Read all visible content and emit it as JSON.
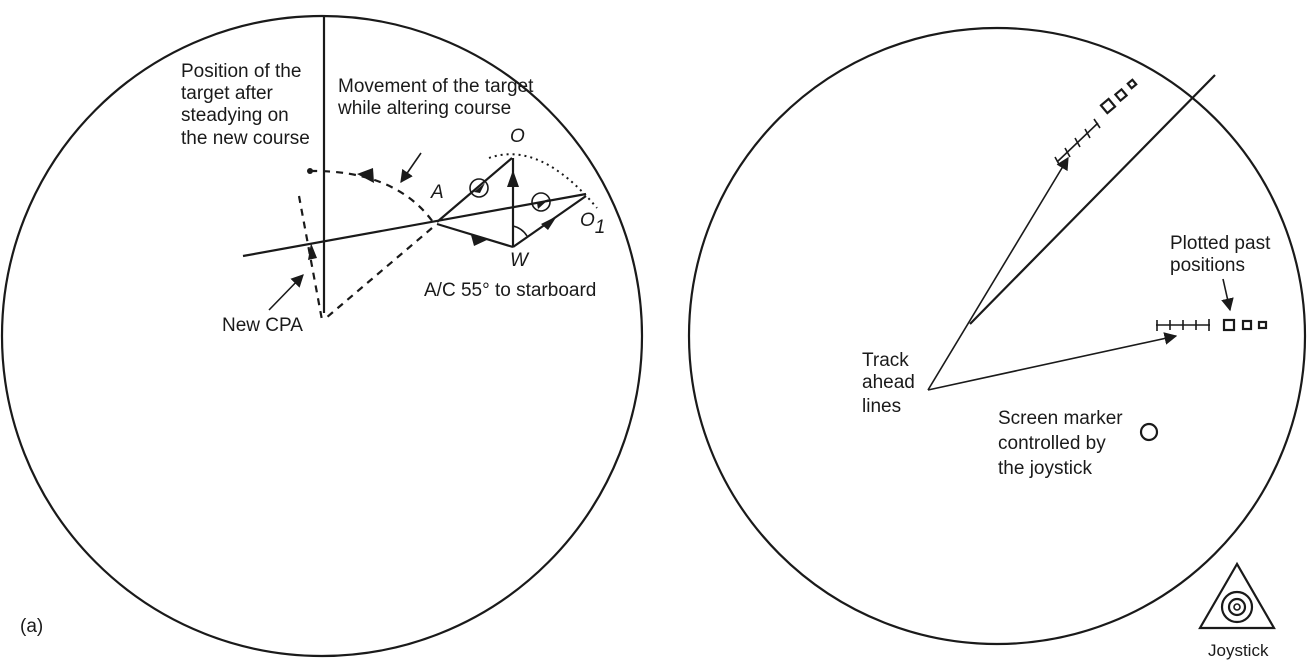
{
  "left_panel": {
    "panel_label": "(a)",
    "labels": {
      "position_after": [
        "Position of the",
        "target after",
        "steadying on",
        "the new course"
      ],
      "movement": [
        "Movement of the target",
        "while altering course"
      ],
      "point_o": "O",
      "point_a": "A",
      "point_o1": "O",
      "point_o1_sub": "1",
      "point_w": "W",
      "alteration": "A/C 55° to starboard",
      "new_cpa": "New CPA"
    }
  },
  "right_panel": {
    "labels": {
      "plotted_past": [
        "Plotted past",
        "positions"
      ],
      "track_ahead": [
        "Track",
        "ahead",
        "lines"
      ],
      "screen_marker": [
        "Screen marker",
        "controlled by",
        "the joystick"
      ],
      "joystick": "Joystick"
    }
  }
}
